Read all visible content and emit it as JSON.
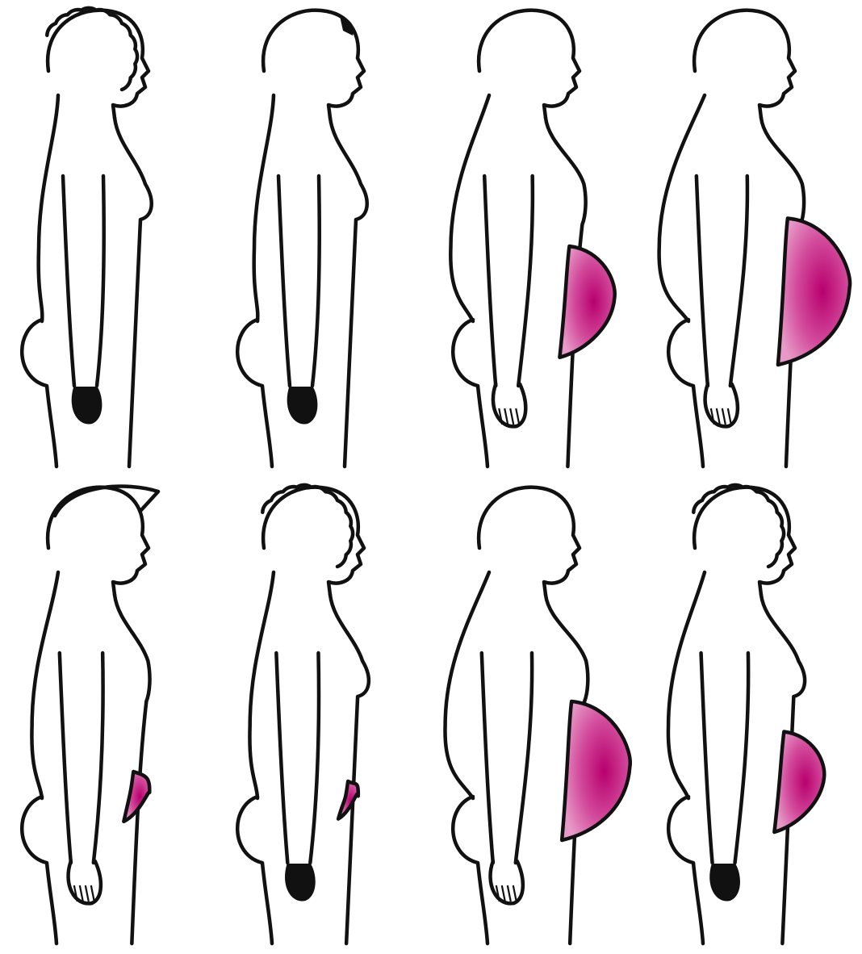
{
  "figure": {
    "layout": {
      "rows": 2,
      "columns": 4
    },
    "colors": {
      "outline": "#111111",
      "fat_dark": "#b8006e",
      "fat_light": "#e79ac8",
      "background": "#ffffff"
    },
    "silhouettes": [
      {
        "row": 1,
        "col": 1,
        "hair": "curly",
        "fat_level": 0.0,
        "breast": true,
        "hand": "fist"
      },
      {
        "row": 1,
        "col": 2,
        "hair": "short",
        "fat_level": 0.0,
        "breast": true,
        "hand": "fist"
      },
      {
        "row": 1,
        "col": 3,
        "hair": "bald",
        "fat_level": 0.62,
        "breast": false,
        "hand": "fingers"
      },
      {
        "row": 1,
        "col": 4,
        "hair": "bald",
        "fat_level": 0.85,
        "breast": false,
        "hand": "fingers"
      },
      {
        "row": 2,
        "col": 1,
        "hair": "quiff",
        "fat_level": 0.22,
        "breast": false,
        "hand": "fingers"
      },
      {
        "row": 2,
        "col": 2,
        "hair": "curly",
        "fat_level": 0.14,
        "breast": true,
        "hand": "fist"
      },
      {
        "row": 2,
        "col": 3,
        "hair": "bald",
        "fat_level": 0.8,
        "breast": false,
        "hand": "fingers"
      },
      {
        "row": 2,
        "col": 4,
        "hair": "curly",
        "fat_level": 0.55,
        "breast": true,
        "hand": "fist"
      }
    ]
  }
}
